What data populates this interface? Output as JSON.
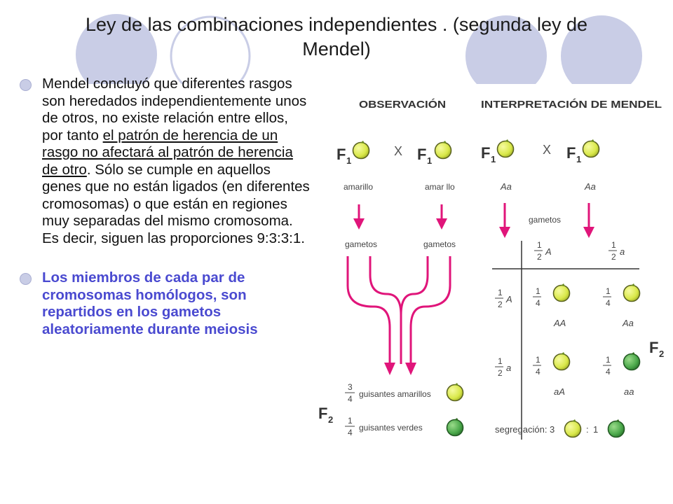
{
  "title": {
    "line1": "Ley de las combinaciones independientes   .   (segunda ley de",
    "line2": "Mendel)"
  },
  "bullet1": {
    "before": "Mendel concluyó que diferentes rasgos son heredados independientemente unos de otros, no existe relación entre ellos, por tanto ",
    "underlined": "el patrón de herencia de un rasgo no afectará al patrón de herencia de otro",
    "after": ". Sólo se cumple en aquellos genes que no están ligados (en diferentes cromosomas) o que están en regiones muy separadas del mismo cromosoma. Es decir, siguen las proporciones 9:3:3:1."
  },
  "bullet2": {
    "text": "Los miembros de cada par de cromosomas homólogos, son repartidos en los gametos aleatoriamente durante meiosis"
  },
  "figure": {
    "obs_header": "OBSERVACIÓN",
    "interp_header": "INTERPRETACIÓN DE MENDEL",
    "f1_main": "F",
    "f1_sub": "1",
    "cross": "X",
    "amarillo_left": "amarillo",
    "amarillo_right": "amar llo",
    "gametos": "gametos",
    "aa": "Aa",
    "half_num": "1",
    "half_den": "2",
    "allele_A": "A",
    "allele_a": "a",
    "quarter_num": "1",
    "quarter_den": "4",
    "geno_AA": "AA",
    "geno_Aa": "Aa",
    "geno_aA": "aA",
    "geno_aa": "aa",
    "f2_main": "F",
    "f2_sub": "2",
    "ratio_yellow_num": "3",
    "ratio_yellow_den": "4",
    "ratio_yellow_label": "guisantes amarillos",
    "ratio_green_num": "1",
    "ratio_green_den": "4",
    "ratio_green_label": "guisantes verdes",
    "segregacion_label": "segregación: 3",
    "segregacion_colon": ":",
    "segregacion_one": "1"
  },
  "colors": {
    "arrow": "#e0157a",
    "pea_yellow": "#d9e84a",
    "pea_green": "#4aa84a",
    "deco_circle": "#c9cde6",
    "bullet2_text": "#4a4ad0"
  }
}
